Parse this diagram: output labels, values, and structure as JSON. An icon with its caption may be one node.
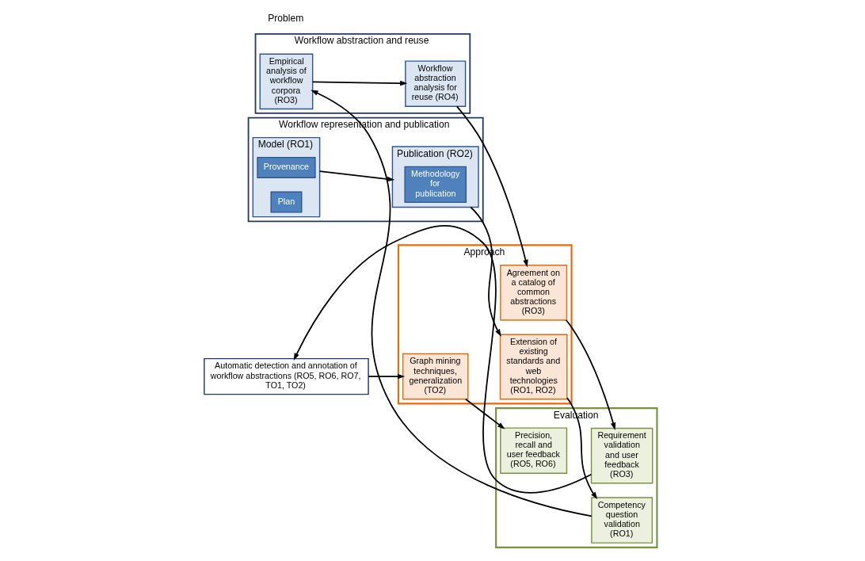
{
  "diagram": {
    "nodes": [
      {
        "text": [
          "Workflow representation and publication"
        ]
      },
      {
        "text": [
          "Model (RO1)"
        ],
        "in": 0
      },
      {
        "text": [
          "Provenance"
        ],
        "in": 1
      },
      {
        "text": [
          "Plan"
        ],
        "in": 1
      },
      {
        "text": [
          "Publication (RO2)"
        ],
        "in": 0
      },
      {
        "text": [
          "Methodology for publication"
        ],
        "in": 4
      },
      {
        "text": [
          "Workflow abstraction and reuse"
        ]
      },
      {
        "text": [
          "Empirical analysis of workflow corpora (RO3)"
        ],
        "in": 6
      },
      {
        "text": [
          "Workflow abstraction analysis for reuse (RO4)"
        ],
        "in": 6
      },
      {
        "text": [
          "Automatic detection and annotation of workflow abstractions (RO5, RO6, RO7, TO1, TO2)"
        ]
      },
      {
        "text": [
          "Approach"
        ]
      },
      {
        "text": [
          "Extension of existing standards and web technologies (RO1, RO2)"
        ],
        "in": 10
      },
      {
        "text": [
          "Agreement on a catalog of common abstractions (RO3)"
        ],
        "in": 10
      },
      {
        "text": [
          "Graph mining techniques, generalization (TO2)"
        ],
        "in": 10
      },
      {
        "text": [
          "Evaluation"
        ]
      },
      {
        "text": [
          "Competency question validation (RO1)"
        ],
        "in": 14
      },
      {
        "text": [
          "Requirement validation and user feedback (RO3)"
        ],
        "in": 14
      },
      {
        "text": [
          "Precision, recall and user feedback (RO5, RO6)"
        ],
        "in": 14
      }
    ],
    "edges": [
      {
        "from": 1,
        "to": 4,
        "arrow": "to"
      },
      {
        "from": 4,
        "to": 11,
        "arrow": "to"
      },
      {
        "from": 11,
        "to": 15,
        "arrow": "to"
      },
      {
        "from": 15,
        "to": 7,
        "arrow": "to"
      },
      {
        "from": 7,
        "to": 8,
        "arrow": "to"
      },
      {
        "from": 8,
        "to": 12,
        "arrow": "to"
      },
      {
        "from": 12,
        "to": 16,
        "arrow": "to"
      },
      {
        "from": 16,
        "to": 9,
        "arrow": "to"
      },
      {
        "from": 9,
        "to": 13,
        "arrow": "to"
      },
      {
        "from": 13,
        "to": 17,
        "arrow": "to"
      }
    ],
    "labels": [
      "Problem"
    ]
  }
}
